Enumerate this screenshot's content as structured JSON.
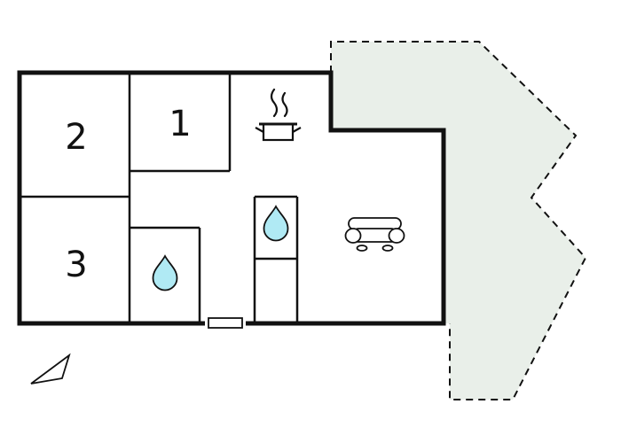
{
  "floorplan": {
    "rooms": {
      "room1": {
        "label": "1"
      },
      "room2": {
        "label": "2"
      },
      "room3": {
        "label": "3"
      }
    },
    "icons": {
      "stove": "stove-icon",
      "bathroom_drop": "water-drop-icon",
      "shower_drop": "water-drop-icon",
      "sofa": "sofa-icon",
      "north_arrow": "north-arrow-icon"
    },
    "colors": {
      "wall": "#111111",
      "terrace_fill": "#e9efe9",
      "drop_fill": "#b0eaf4",
      "background": "#ffffff"
    }
  }
}
